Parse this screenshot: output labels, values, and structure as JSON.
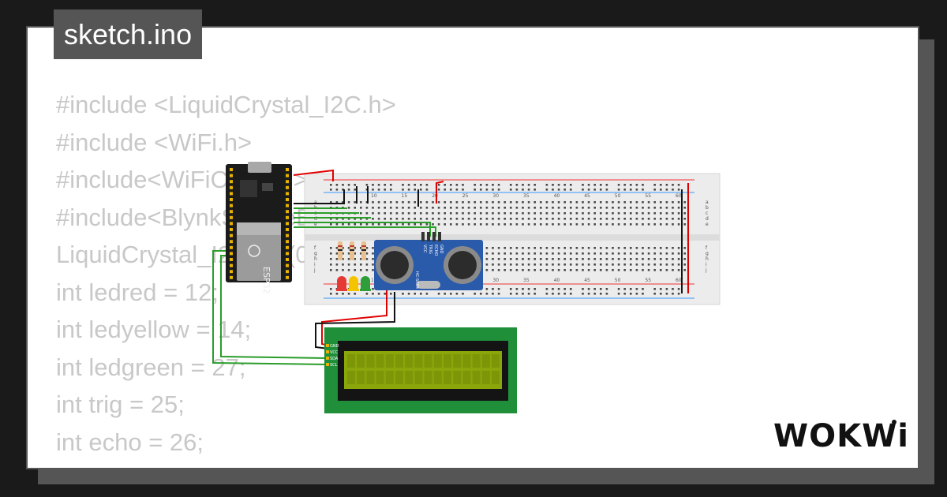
{
  "editor": {
    "file_tab": "sketch.ino",
    "code_lines": [
      "#include <LiquidCrystal_I2C.h>",
      "#include <WiFi.h>",
      "#include<WiFiClient.h>",
      "#include<BlynkSimpleEsp32.h>",
      "LiquidCrystal_I2C lcd(0x27, 16, 2);",
      "int ledred = 12;",
      "int ledyellow = 14;",
      "int ledgreen = 27;",
      "int trig = 25;",
      "int echo = 26;"
    ]
  },
  "circuit": {
    "mcu_label": "ESP32",
    "sensor_label": "HC-SR04",
    "sensor_pins": [
      "VCC",
      "TRIG",
      "ECHO",
      "GND"
    ],
    "lcd_pins": [
      "GND",
      "VCC",
      "SDA",
      "SCL"
    ],
    "breadboard_numbers": [
      "10",
      "15",
      "20",
      "25",
      "30",
      "35",
      "40",
      "45",
      "50",
      "55",
      "60"
    ],
    "breadboard_rows_top": [
      "a",
      "b",
      "c",
      "d",
      "e"
    ],
    "breadboard_rows_bottom": [
      "f",
      "g",
      "h",
      "i",
      "j"
    ],
    "led_colors": [
      "#e53935",
      "#f5c400",
      "#2e9e3a"
    ],
    "lcd_board_color": "#1f8f3a",
    "lcd_screen_color": "#8aa60a",
    "wire_colors": {
      "power": "#e00000",
      "ground": "#111111",
      "signal": "#2a9d2a"
    }
  },
  "brand": {
    "logo_text": "WOKWi"
  }
}
